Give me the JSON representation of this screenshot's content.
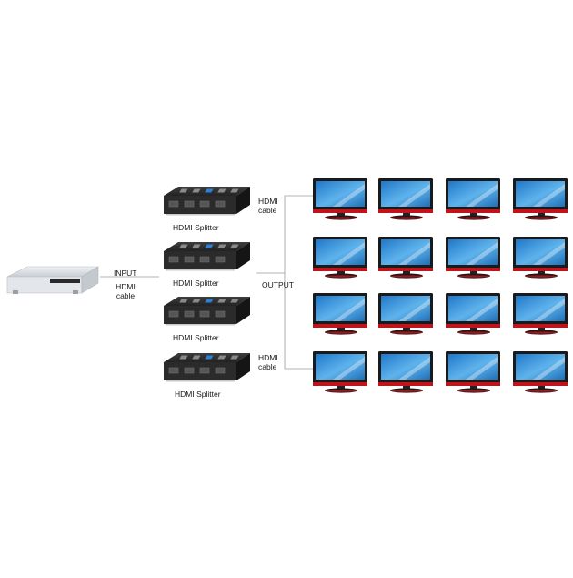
{
  "diagram": {
    "input_label": "INPUT",
    "input_cable_label": "HDMI\ncable",
    "output_label": "OUTPUT",
    "top_cable_label": "HDMI\ncable",
    "bottom_cable_label": "HDMI\ncable",
    "splitters": [
      {
        "label": "HDMI Splitter"
      },
      {
        "label": "HDMI Splitter"
      },
      {
        "label": "HDMI Splitter"
      },
      {
        "label": "HDMI Splitter"
      }
    ],
    "tv_grid": {
      "rows": 4,
      "columns": 4
    },
    "colors": {
      "splitter_body": "#2b2b2b",
      "port_blue": "#2f7fd6",
      "tv_screen": "#2a8fd9",
      "tv_bezel": "#1a1a1a",
      "tv_accent": "#c0141c",
      "connector_line": "#9a9a9a",
      "source_device": "#d9dde2"
    }
  }
}
